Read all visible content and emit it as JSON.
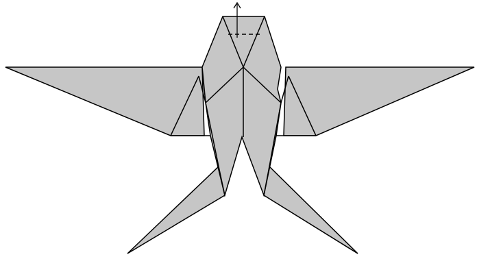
{
  "diagram": {
    "subject": "origami-swallow",
    "colors": {
      "paper": "#c6c6c6",
      "line": "#000000",
      "background": "#ffffff"
    },
    "step": {
      "instruction_marks": [
        "valley-fold-dashed-line",
        "fold-up-arrow"
      ]
    }
  }
}
